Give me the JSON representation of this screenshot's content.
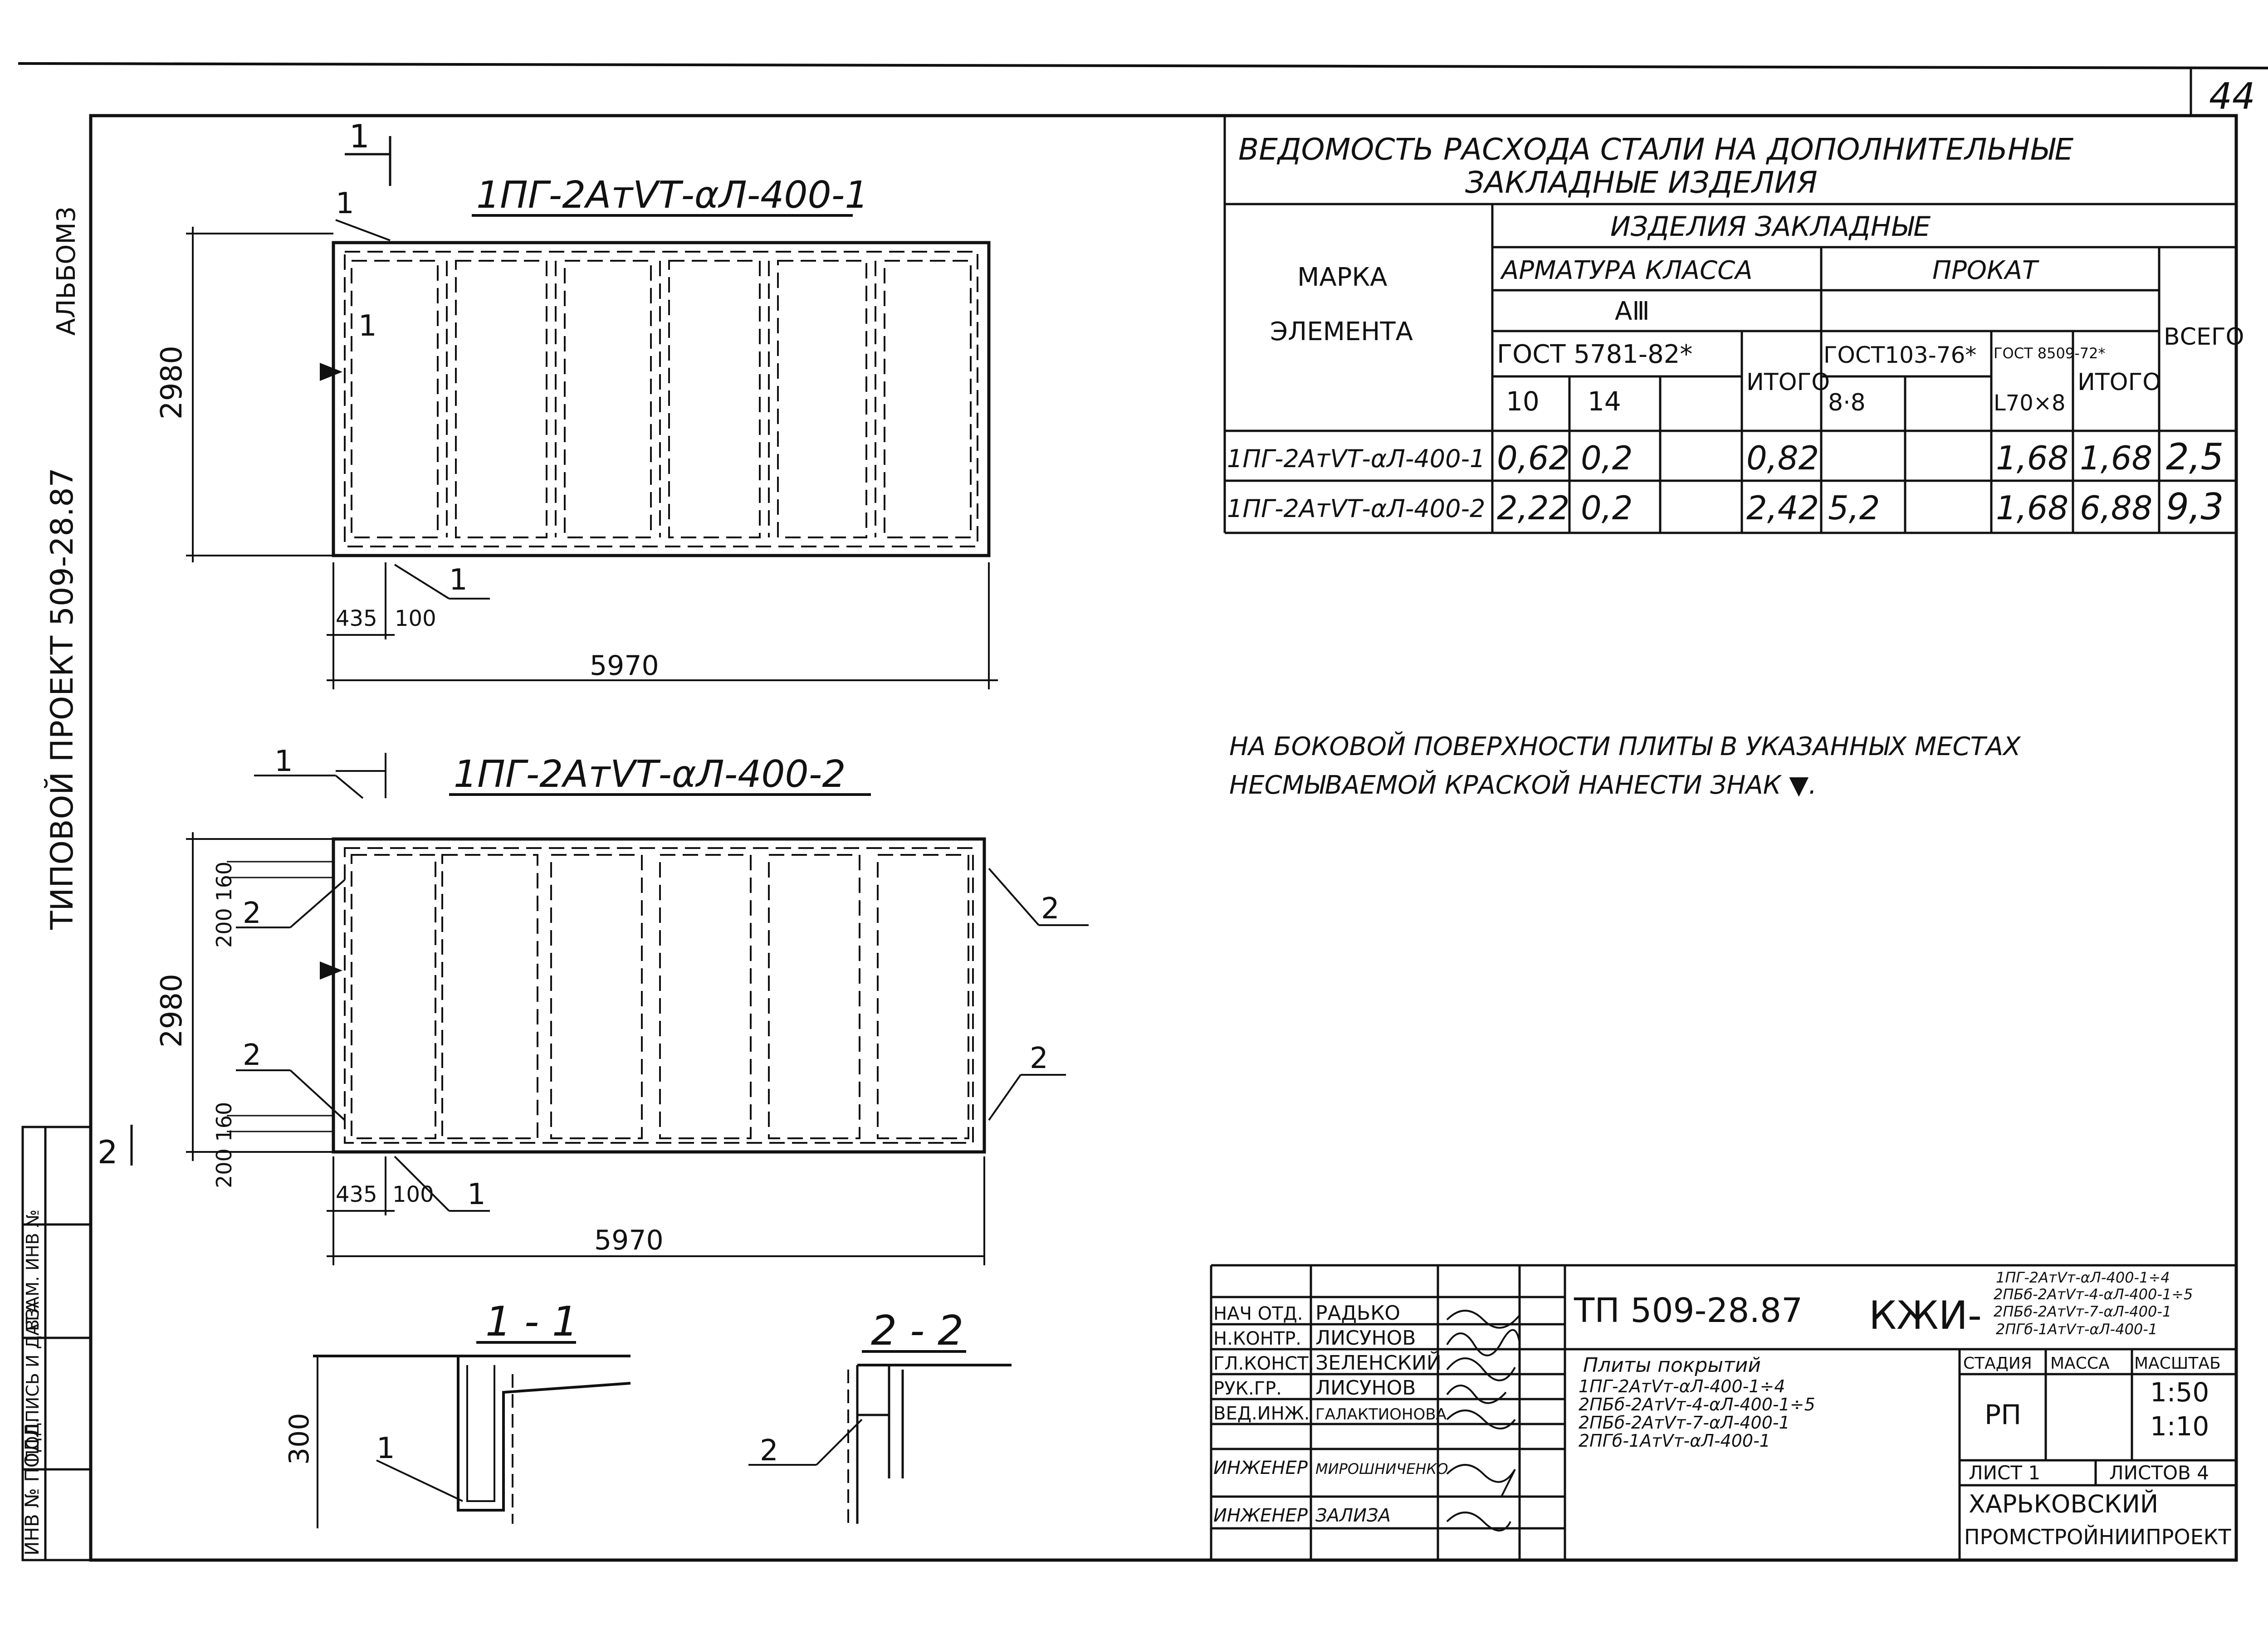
{
  "sheet_number": "44",
  "sidebar": {
    "album": "АЛЬБОМ3",
    "project": "ТИПОВОЙ ПРОЕКТ 509-28.87",
    "stamps": [
      "ИНВ № ПОДЛ.",
      "ПОДПИСЬ И ДАТА",
      "ВЗАМ. ИНВ №"
    ]
  },
  "plates": {
    "plate1": {
      "title": "1ПГ-2АтVТ-αЛ-400-1",
      "dim_height": "2980",
      "dim_width": "5970",
      "dim_435": "435",
      "dim_100": "100",
      "callout_section": "1",
      "callout_item": "1"
    },
    "plate2": {
      "title": "1ПГ-2АтVТ-αЛ-400-2",
      "dim_height": "2980",
      "dim_width": "5970",
      "dim_435": "435",
      "dim_100": "100",
      "dim_200_160_top": "200 160",
      "dim_200_160_bottom": "200 160",
      "callout_1": "1",
      "callout_2": "2",
      "section_mark": "2"
    }
  },
  "sections": {
    "s1": {
      "title": "1 - 1",
      "height": "300",
      "item": "1"
    },
    "s2": {
      "title": "2 - 2",
      "item": "2"
    }
  },
  "steel_table": {
    "title_line1": "ВЕДОМОСТЬ   РАСХОДА   СТАЛИ   НА   ДОПОЛНИТЕЛЬНЫЕ",
    "title_line2": "ЗАКЛАДНЫЕ   ИЗДЕЛИЯ",
    "col_mark_1": "МАРКА",
    "col_mark_2": "ЭЛЕМЕНТА",
    "group_header": "ИЗДЕЛИЯ   ЗАКЛАДНЫЕ",
    "rebar_header": "АРМАТУРА   КЛАССА",
    "rebar_class": "AⅢ",
    "rebar_gost": "ГОСТ 5781-82*",
    "rolled_header": "ПРОКАТ",
    "rolled_gost1": "ГОСТ103-76*",
    "rolled_gost2": "ГОСТ 8509-72*",
    "total_label": "ИТОГО",
    "grand_total_label": "ВСЕГО",
    "sub_cols": [
      "10",
      "14",
      "8·8",
      "L70×8"
    ],
    "rows": [
      {
        "mark": "1ПГ-2АтVТ-αЛ-400-1",
        "d10": "0,62",
        "d14": "0,2",
        "rebar_total": "0,82",
        "s88": "",
        "l70": "1,68",
        "rolled_total": "1,68",
        "total": "2,5"
      },
      {
        "mark": "1ПГ-2АтVТ-αЛ-400-2",
        "d10": "2,22",
        "d14": "0,2",
        "rebar_total": "2,42",
        "s88": "5,2",
        "l70": "1,68",
        "rolled_total": "6,88",
        "total": "9,3"
      }
    ]
  },
  "note": {
    "line1": "НА   БОКОВОЙ   ПОВЕРХНОСТИ   ПЛИТЫ   В   УКАЗАННЫХ   МЕСТАХ",
    "line2": "НЕСМЫВАЕМОЙ   КРАСКОЙ   НАНЕСТИ   ЗНАК ▼."
  },
  "title_block": {
    "staff": [
      {
        "role": "НАЧ ОТД.",
        "name": "РАДЬКО"
      },
      {
        "role": "Н.КОНТР.",
        "name": "ЛИСУНОВ"
      },
      {
        "role": "ГЛ.КОНСТ.",
        "name": "ЗЕЛЕНСКИЙ"
      },
      {
        "role": "РУК.ГР.",
        "name": "ЛИСУНОВ"
      },
      {
        "role": "ВЕД.ИНЖ.",
        "name": "ГАЛАКТИОНОВА"
      },
      {
        "role": "ИНЖЕНЕР",
        "name": "МИРОШНИЧЕНКО"
      },
      {
        "role": "ИНЖЕНЕР",
        "name": "ЗАЛИЗА"
      }
    ],
    "code": "ТП 509-28.87",
    "doc_type": "КЖИ-",
    "doc_marks": [
      "1ПГ-2АтVт-αЛ-400-1÷4",
      "2ПБб-2АтVт-4-αЛ-400-1÷5",
      "2ПБб-2АтVт-7-αЛ-400-1",
      "2ПГб-1АтVт-αЛ-400-1"
    ],
    "description": [
      "Плиты покрытий",
      "1ПГ-2АтVт-αЛ-400-1÷4",
      "2ПБб-2АтVт-4-αЛ-400-1÷5",
      "2ПБб-2АтVт-7-αЛ-400-1",
      "2ПГб-1АтVт-αЛ-400-1"
    ],
    "stage_label": "СТАДИЯ",
    "mass_label": "МАССА",
    "scale_label": "МАСШТАБ",
    "stage": "РП",
    "scale1": "1:50",
    "scale2": "1:10",
    "sheet_label": "ЛИСТ 1",
    "sheets_label": "ЛИСТОВ 4",
    "org_line1": "ХАРЬКОВСКИЙ",
    "org_line2": "ПРОМСТРОЙНИИПРОЕКТ"
  }
}
